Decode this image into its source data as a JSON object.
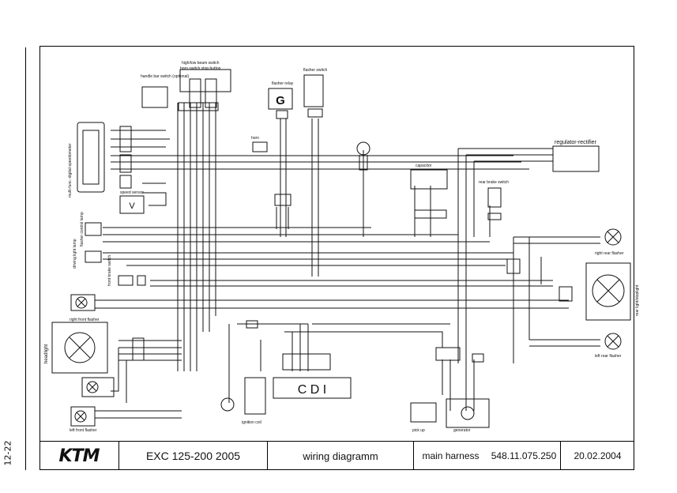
{
  "page_number": "12-22",
  "title_block": {
    "brand": "KTM",
    "model": "EXC 125-200 2005",
    "doc_type": "wiring diagramm",
    "section": "main harness",
    "part_number": "548.11.075.250",
    "date": "20.02.2004"
  },
  "components": {
    "speedometer": "multi-func.-digital-speedometer",
    "handlebar_switch": "handle bar switch (optional)",
    "beam_switch": "high/low beam switch",
    "horn_stop": "horn switch stop button",
    "flasher_relay": "flasher relay",
    "flasher_relay_letter": "G",
    "flasher_switch": "flasher switch",
    "horn": "horn",
    "regulator": "regulator-rectifier",
    "capacitor": "capacitor",
    "rear_brake_switch": "rear brake switch",
    "speed_sensor": "speed sensor",
    "speed_sensor_letter": "V",
    "indicator_lamp": "flasher control lamp",
    "driving_lamp": "driving light lamp",
    "front_brake_switch": "front brake switch",
    "right_front_flasher": "right front flasher",
    "headlight": "headlight",
    "left_front_flasher": "left front flasher",
    "right_rear_flasher": "right rear flasher",
    "rear_light": "rear light/stoplight",
    "left_rear_flasher": "left rear flasher",
    "ignition_coil": "ignition coil",
    "cdi_label": "C D I",
    "pickup": "pick up",
    "generator": "generator"
  },
  "colors": {
    "line": "#111111",
    "background": "#ffffff"
  }
}
